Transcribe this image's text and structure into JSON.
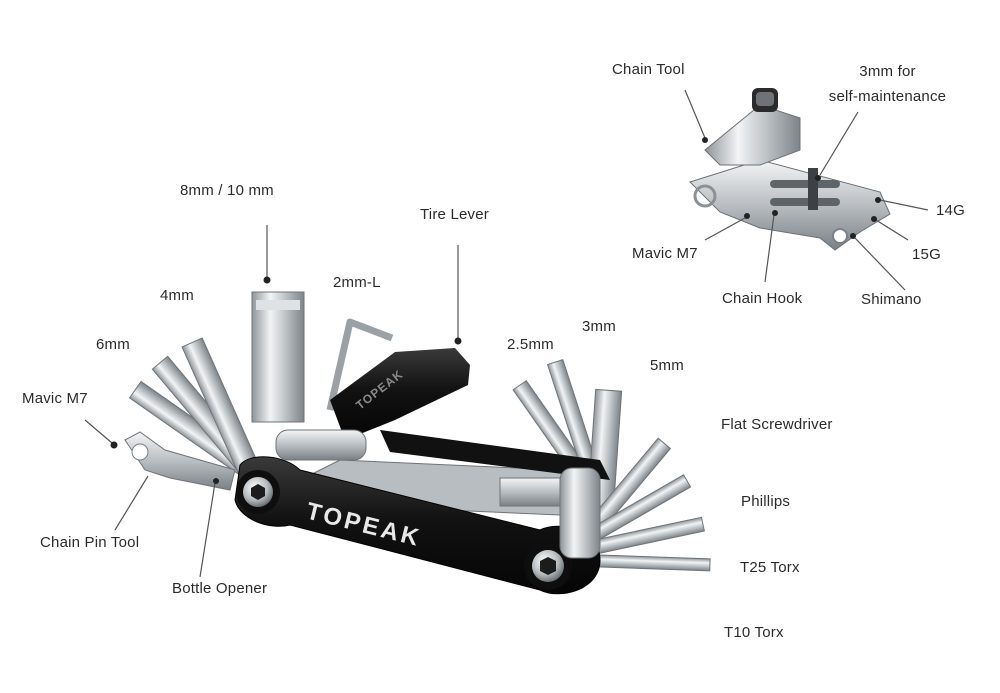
{
  "labels": {
    "chain_tool": "Chain Tool",
    "self_maintenance_line1": "3mm for",
    "self_maintenance_line2": "self-maintenance",
    "g14": "14G",
    "g15": "15G",
    "mavic_top": "Mavic M7",
    "chain_hook": "Chain Hook",
    "shimano": "Shimano",
    "hex_8_10": "8mm / 10 mm",
    "tire_lever": "Tire Lever",
    "hex_2l": "2mm-L",
    "hex_4": "4mm",
    "hex_6": "6mm",
    "mavic_left": "Mavic M7",
    "chain_pin_tool": "Chain Pin Tool",
    "bottle_opener": "Bottle Opener",
    "hex_2_5": "2.5mm",
    "hex_3": "3mm",
    "hex_5": "5mm",
    "flat_screwdriver": "Flat Screwdriver",
    "phillips": "Phillips",
    "t25": "T25 Torx",
    "t10": "T10 Torx"
  },
  "brand": {
    "body_text": "TOPEAK",
    "lever_text": "TOPEAK"
  },
  "colors": {
    "label_text": "#2b2b2b",
    "leader_line": "#555555",
    "leader_dot": "#222222",
    "body_black": "#151515",
    "chrome": "#cfd3d6"
  }
}
